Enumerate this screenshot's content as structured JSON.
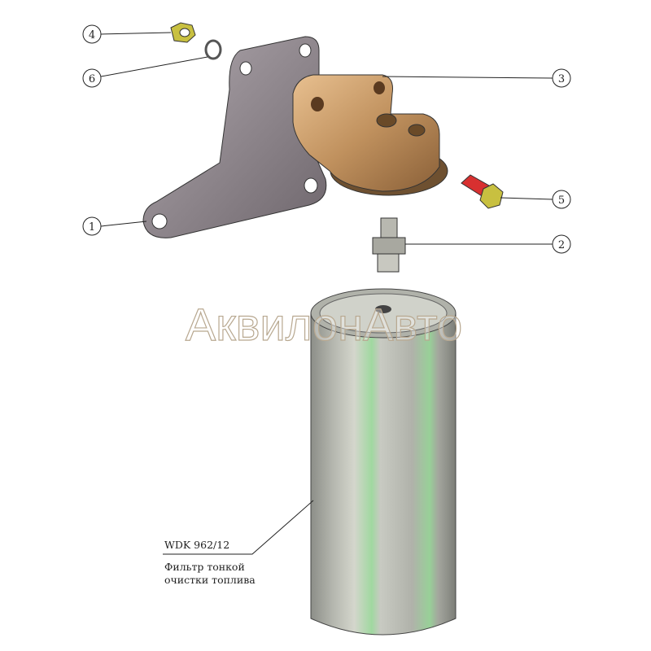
{
  "watermark": "АквилонАвто",
  "callouts": [
    {
      "number": "1",
      "part": "bracket"
    },
    {
      "number": "2",
      "part": "fitting"
    },
    {
      "number": "3",
      "part": "filter-head"
    },
    {
      "number": "4",
      "part": "nut"
    },
    {
      "number": "5",
      "part": "bolt"
    },
    {
      "number": "6",
      "part": "washer"
    }
  ],
  "filter_label": {
    "part_number": "WDK 962/12",
    "description_line1": "Фильтр тонкой",
    "description_line2": "очистки топлива"
  },
  "colors": {
    "bracket": "#8a8288",
    "housing": "#c89a6a",
    "filter": "#a8aca4",
    "filter_stripe": "#9fd89a",
    "bolt": "#d83030",
    "nut": "#c8c040"
  }
}
